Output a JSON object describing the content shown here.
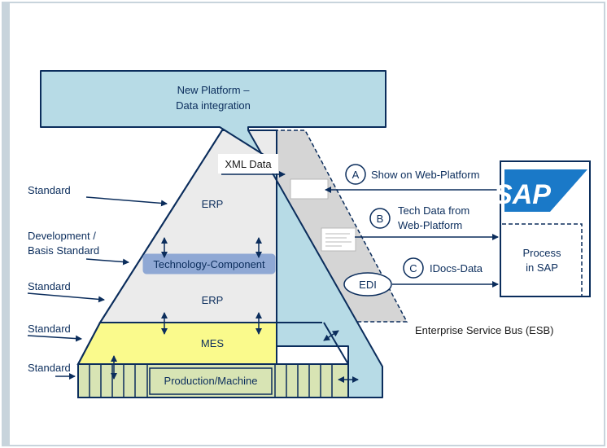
{
  "platform": {
    "line1": "New Platform –",
    "line2": "Data integration"
  },
  "xml_label": "XML Data",
  "pyramid": {
    "erp_top": "ERP",
    "technology_component": "Technology-Component",
    "erp_bottom": "ERP",
    "mes": "MES",
    "production": "Production/Machine"
  },
  "left_labels": {
    "standard_1": "Standard",
    "development_line1": "Development /",
    "development_line2": "Basis Standard",
    "standard_2": "Standard",
    "standard_3": "Standard",
    "standard_4": "Standard"
  },
  "steps": [
    {
      "letter": "A",
      "line1": "Show on Web-Platform",
      "line2": ""
    },
    {
      "letter": "B",
      "line1": "Tech Data from",
      "line2": "Web-Platform"
    },
    {
      "letter": "C",
      "line1": "IDocs-Data",
      "line2": ""
    }
  ],
  "edi_label": "EDI",
  "sap": {
    "logo_text": "SAP",
    "registered": "®",
    "process_line1": "Process",
    "process_line2": "in SAP"
  },
  "esb_label": "Enterprise Service Bus (ESB)",
  "colors": {
    "platform_fill": "#b7dbe6",
    "pyramid_fill": "#ebebeb",
    "mes_fill": "#fafa8c",
    "production_fill": "#d8e4b4",
    "tech_fill": "#8fa8d4",
    "esb_fill": "#d5d5d5",
    "arrow": "#0b2d5c",
    "sap_blue": "#1a79c8"
  }
}
